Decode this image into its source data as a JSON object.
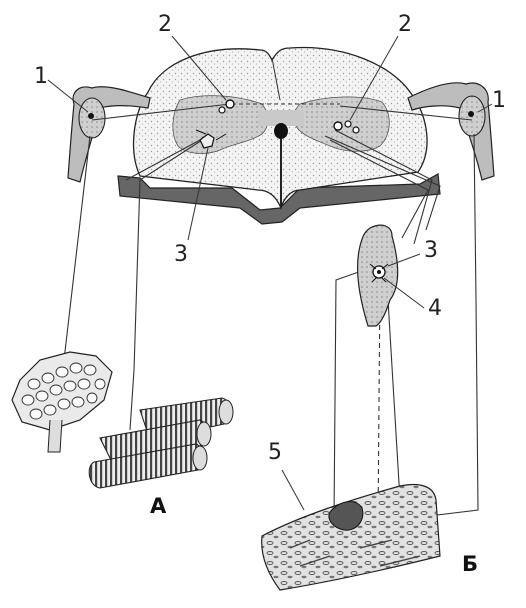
{
  "labels": {
    "n1_left": "1",
    "n1_right": "1",
    "n2_left": "2",
    "n2_right": "2",
    "n3_left": "3",
    "n3_right": "3",
    "n4": "4",
    "n5": "5",
    "panel_a": "А",
    "panel_b": "Б"
  }
}
